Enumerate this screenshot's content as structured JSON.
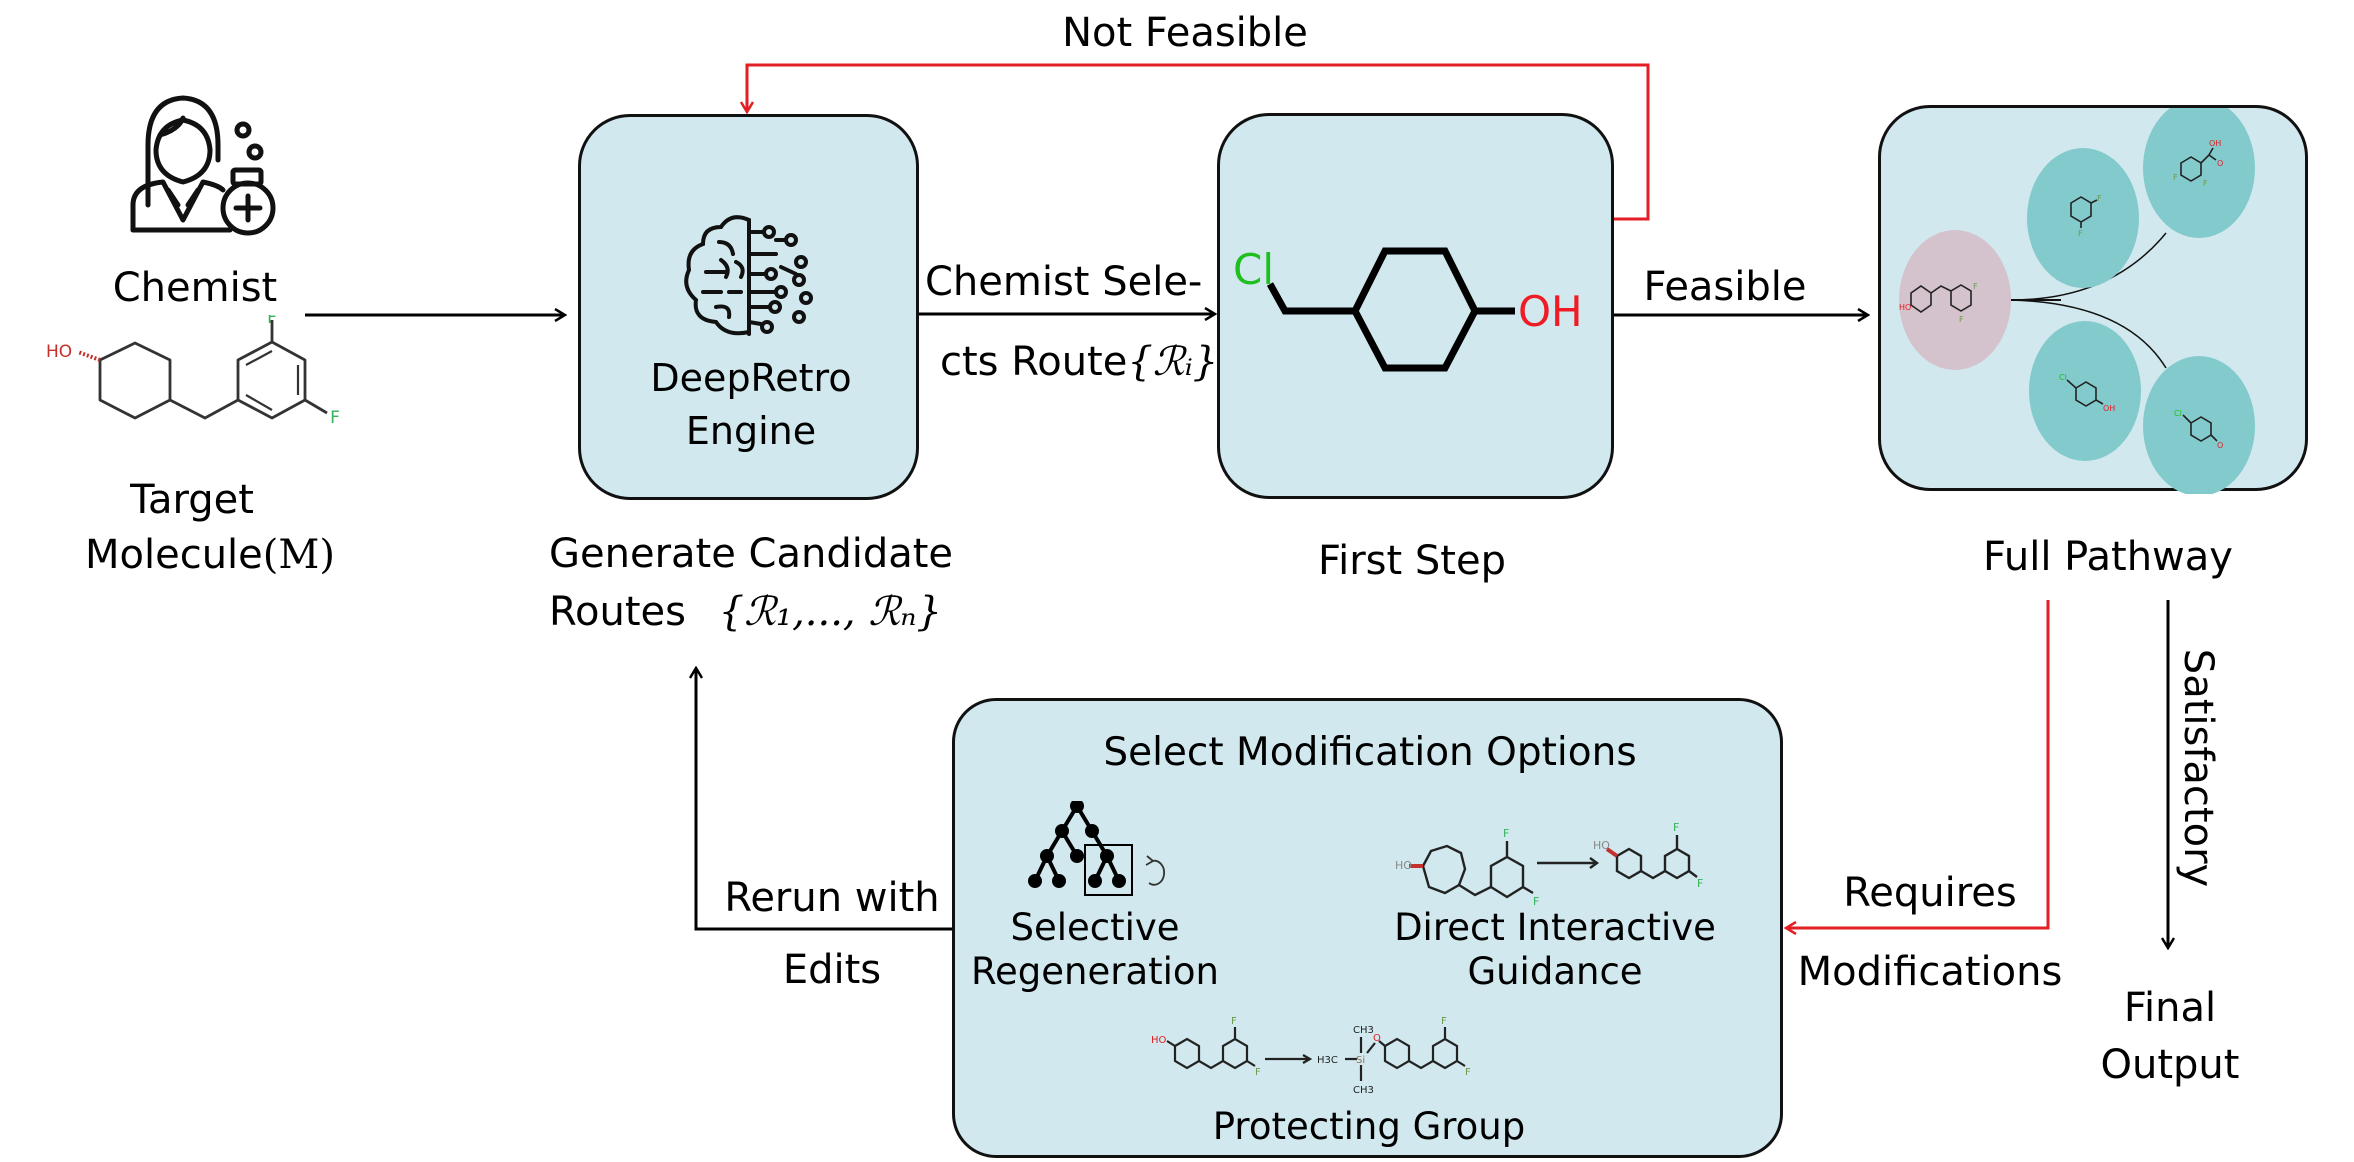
{
  "diagram": {
    "colors": {
      "box_fill": "#d1e9ee",
      "box_border": "#111111",
      "teal_node": "#83cacc",
      "target_node": "#d4c2cd",
      "red_edge": "#e31e24",
      "chlorine_green": "#1fbf1f",
      "oxygen_red": "#ee1c25",
      "fluorine_green": "#33b35a"
    },
    "chemist": {
      "icon": "chemist-with-flask-icon",
      "label": "Chemist"
    },
    "target": {
      "label_line1": "Target",
      "label_line2": "Molecule",
      "symbol": "(M)",
      "molecule_atoms": {
        "hydroxyl": "HO",
        "fluorine_top": "F",
        "fluorine_right": "F"
      }
    },
    "engine_box": {
      "icon": "brain-circuit-icon",
      "title_line1": "DeepRetro",
      "title_line2": "Engine",
      "caption_line1": "Generate Candidate",
      "caption_line2_text": "Routes",
      "caption_line2_math": "{ℛ₁,..., ℛₙ}"
    },
    "edge_select": {
      "label_line1": "Chemist Sele-",
      "label_line2_text": "cts Route",
      "label_line2_math": "{ℛᵢ}"
    },
    "first_step_box": {
      "caption": "First Step",
      "molecule_atoms": {
        "chlorine": "Cl",
        "hydroxyl": "OH"
      }
    },
    "edge_not_feasible": {
      "label": "Not Feasible"
    },
    "edge_feasible": {
      "label": "Feasible"
    },
    "full_pathway_box": {
      "caption": "Full Pathway",
      "nodes": [
        {
          "role": "target",
          "atoms": [
            "HO",
            "F",
            "F"
          ]
        },
        {
          "role": "intermediate",
          "atoms": [
            "F",
            "F"
          ]
        },
        {
          "role": "intermediate",
          "atoms": [
            "OH",
            "O",
            "F",
            "F"
          ]
        },
        {
          "role": "intermediate",
          "atoms": [
            "Cl",
            "OH"
          ]
        },
        {
          "role": "intermediate",
          "atoms": [
            "Cl",
            "O"
          ]
        }
      ]
    },
    "edge_requires": {
      "label_line1": "Requires",
      "label_line2": "Modifications"
    },
    "edge_satisfactory": {
      "label": "Satisfactory"
    },
    "final_output": {
      "label_line1": "Final",
      "label_line2": "Output"
    },
    "edge_rerun": {
      "label_line1": "Rerun with",
      "label_line2": "Edits"
    },
    "modification_box": {
      "title": "Select Modification Options",
      "options": [
        {
          "label_line1": "Selective",
          "label_line2": "Regeneration",
          "icon": "tree-regenerate-icon"
        },
        {
          "label_line1": "Direct Interactive",
          "label_line2": "Guidance",
          "atoms": [
            "HO",
            "F",
            "F",
            "HO",
            "F",
            "F"
          ]
        },
        {
          "label_line1": "Protecting Group",
          "atoms": [
            "HO",
            "F",
            "F",
            "H3C",
            "Si",
            "CH3",
            "CH3",
            "O",
            "F",
            "F"
          ]
        }
      ]
    }
  }
}
